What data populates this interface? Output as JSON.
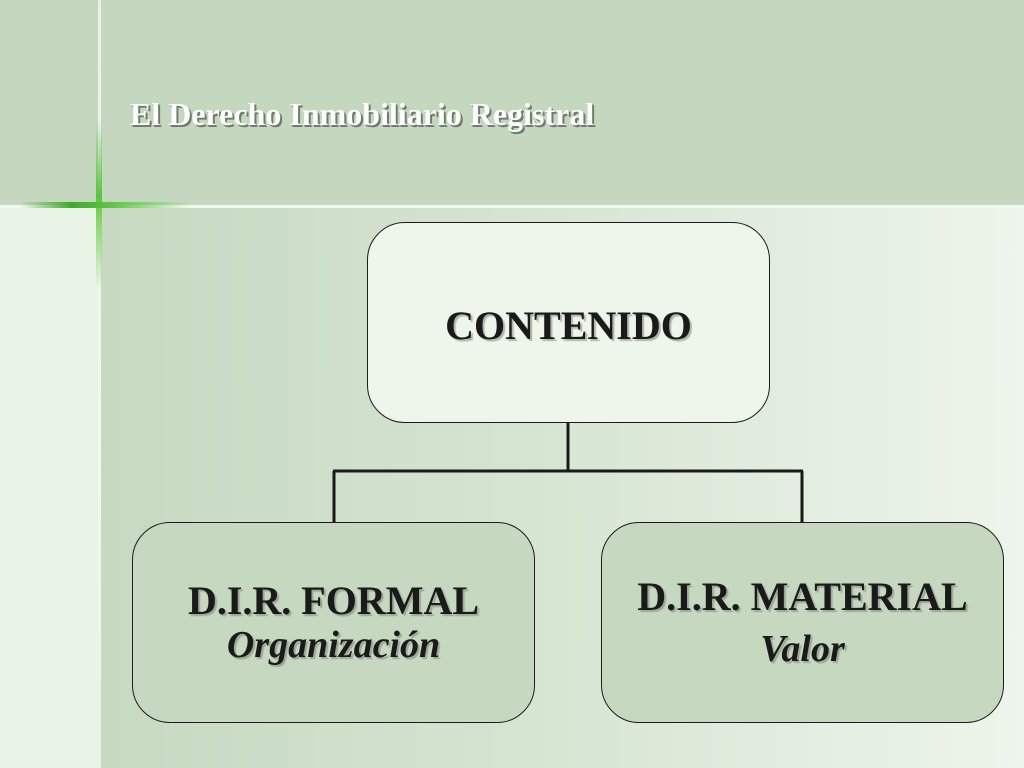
{
  "slide": {
    "title": "El Derecho Inmobiliario Registral"
  },
  "diagram": {
    "root": {
      "label": "CONTENIDO"
    },
    "children": [
      {
        "label": "D.I.R. FORMAL",
        "sublabel": "Organización"
      },
      {
        "label": "D.I.R. MATERIAL",
        "sublabel": "Valor"
      }
    ]
  },
  "colors": {
    "header_band": "#c5d7bf",
    "root_fill": "#eef6ec",
    "child_fill": "#c6d8c0",
    "accent_green": "#58c43c",
    "text": "#1a1a1a",
    "title_text": "#ffffff"
  }
}
